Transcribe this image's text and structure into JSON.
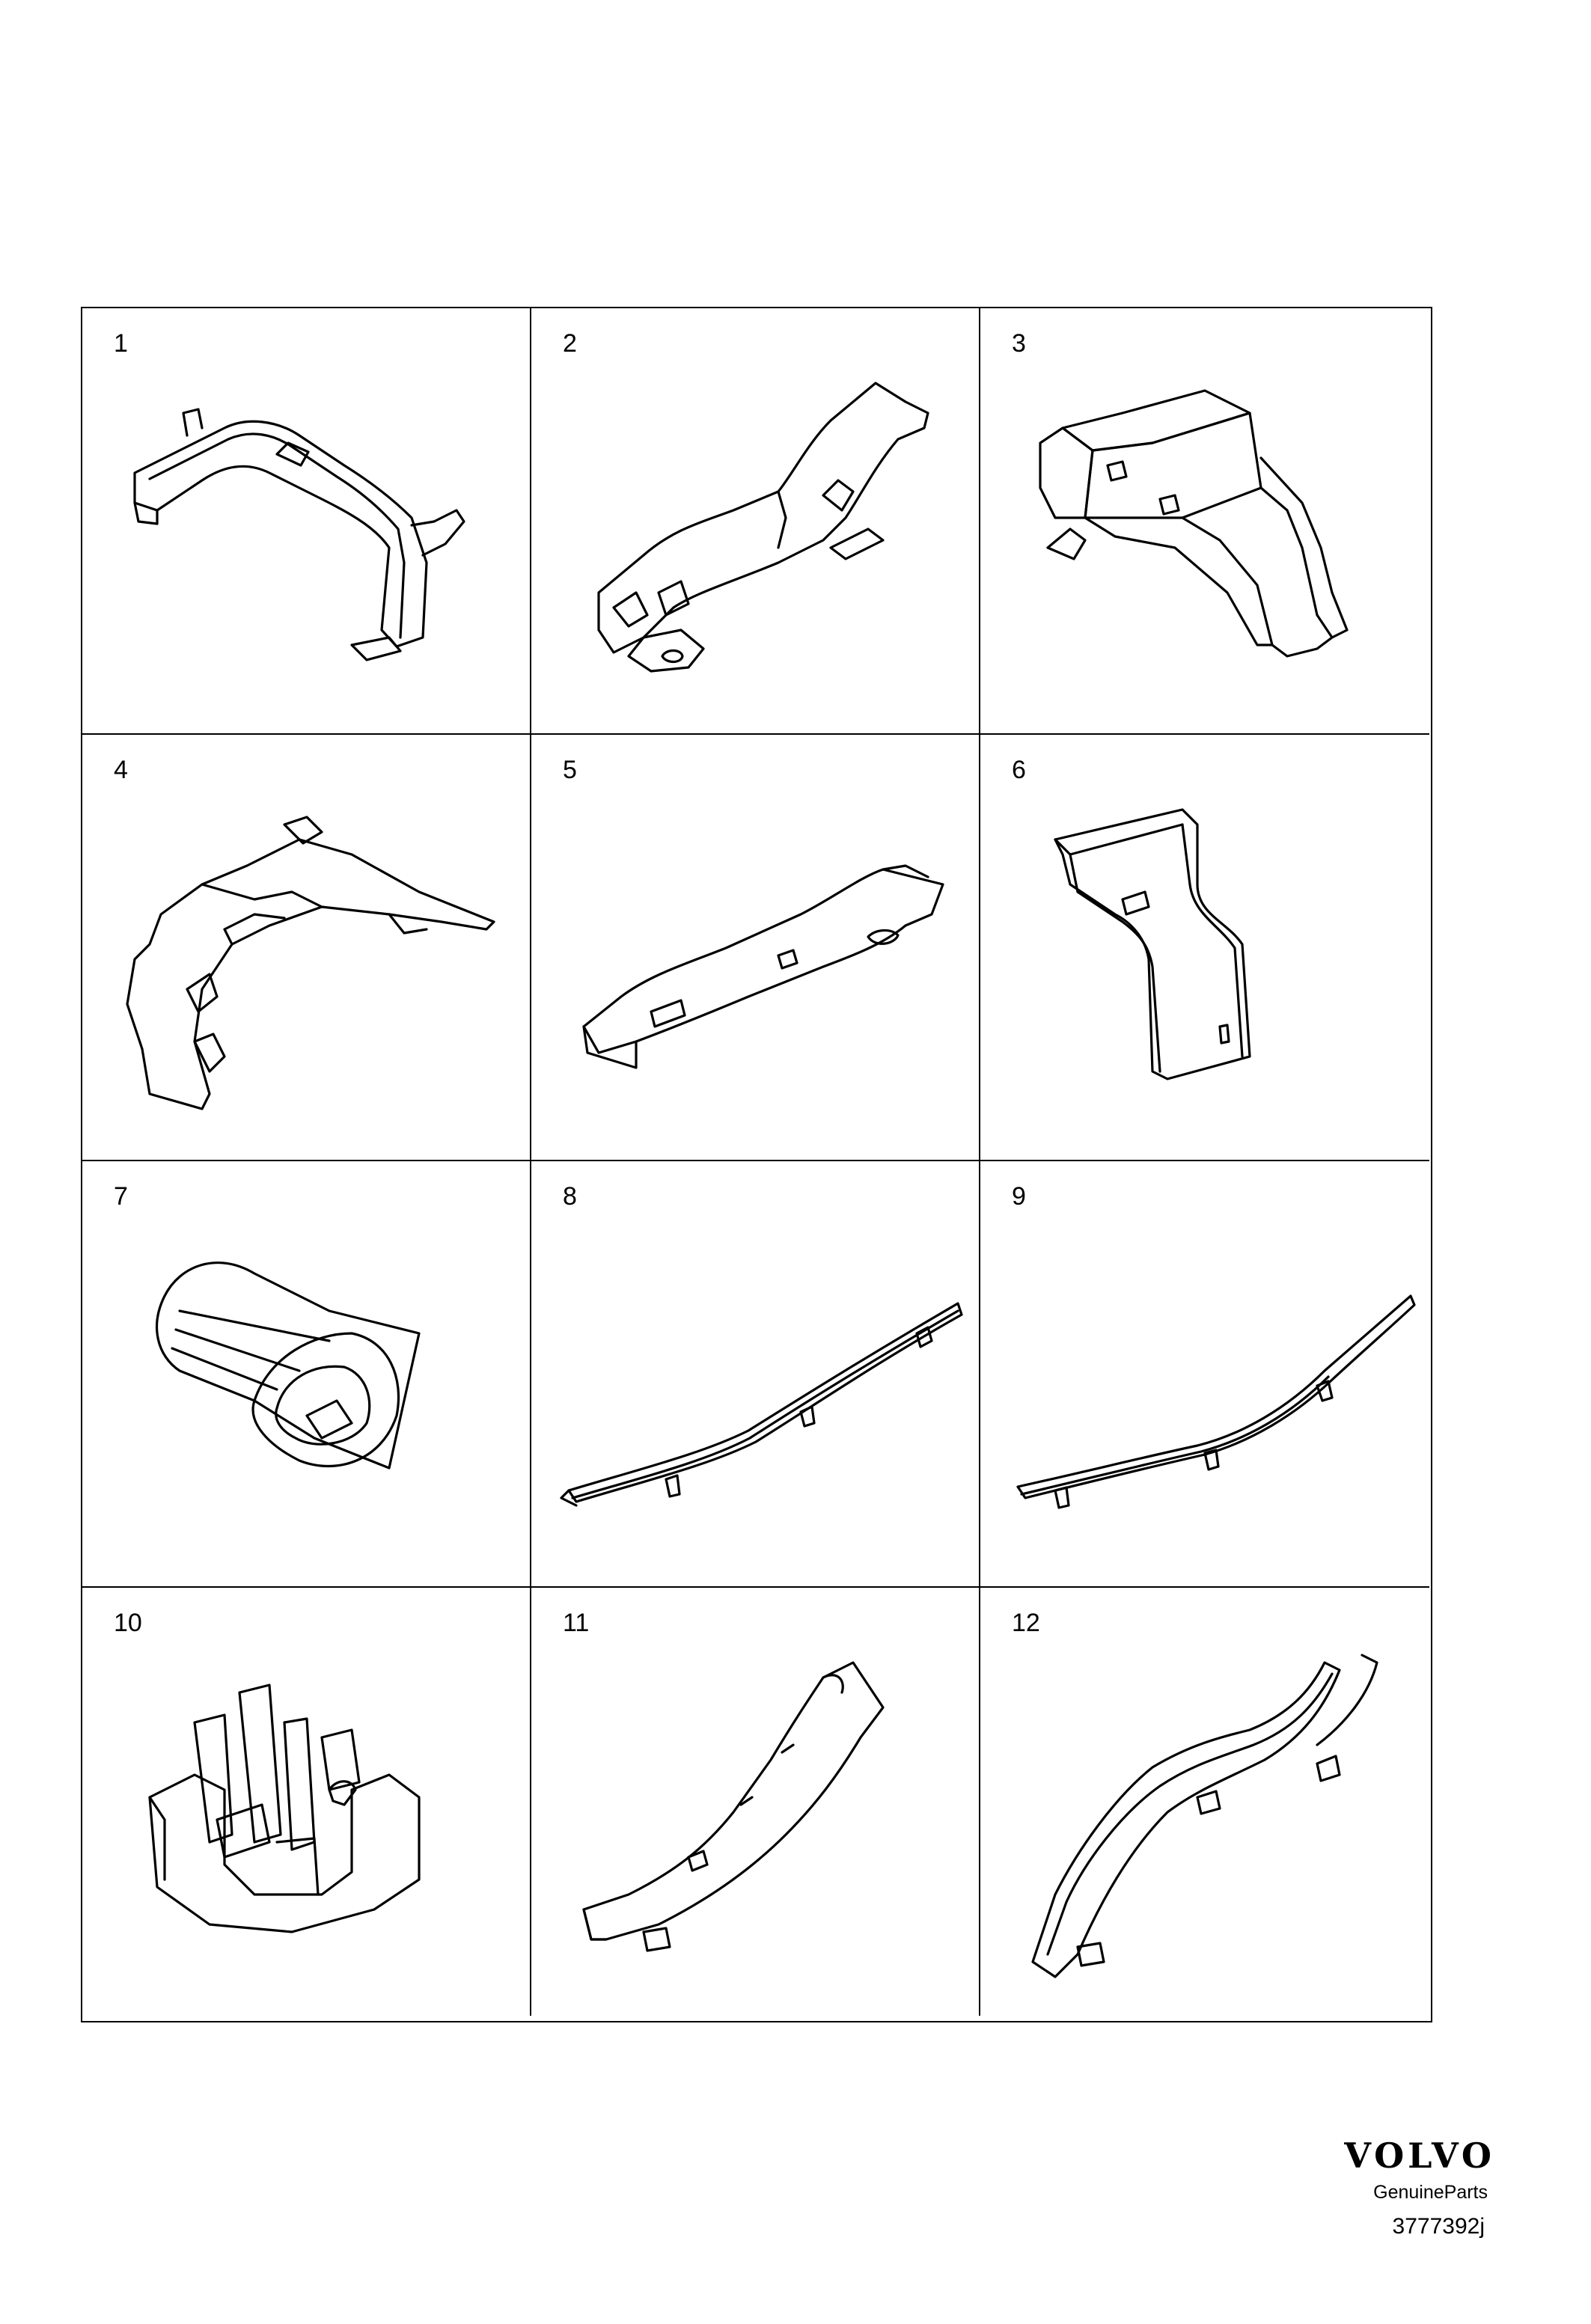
{
  "parts": [
    {
      "number": "1",
      "shape": "air-duct-left-icon"
    },
    {
      "number": "2",
      "shape": "air-duct-center-icon"
    },
    {
      "number": "3",
      "shape": "air-duct-tunnel-icon"
    },
    {
      "number": "4",
      "shape": "air-duct-panel-icon"
    },
    {
      "number": "5",
      "shape": "air-duct-straight-icon"
    },
    {
      "number": "6",
      "shape": "air-channel-bend-icon"
    },
    {
      "number": "7",
      "shape": "air-nozzle-icon"
    },
    {
      "number": "8",
      "shape": "air-duct-strip-icon"
    },
    {
      "number": "9",
      "shape": "air-duct-strip-icon"
    },
    {
      "number": "10",
      "shape": "bracket-housing-icon"
    },
    {
      "number": "11",
      "shape": "air-duct-curved-icon"
    },
    {
      "number": "12",
      "shape": "air-duct-rear-icon"
    }
  ],
  "footer": {
    "brand": "VOLVO",
    "tagline": "GenuineParts",
    "document_number": "3777392j"
  }
}
